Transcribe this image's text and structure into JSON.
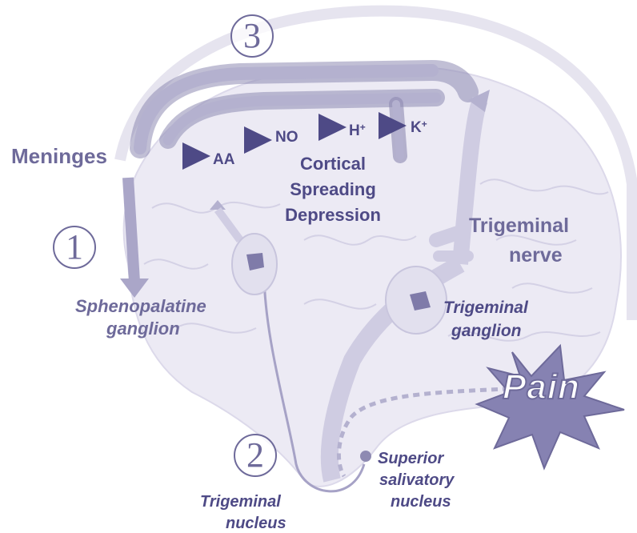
{
  "steps": {
    "one": "1",
    "two": "2",
    "three": "3"
  },
  "labels": {
    "meninges": "Meninges",
    "sphenopalatine_line1": "Sphenopalatine",
    "sphenopalatine_line2": "ganglion",
    "cortical_line1": "Cortical",
    "cortical_line2": "Spreading",
    "cortical_line3": "Depression",
    "trigeminal_nerve_line1": "Trigeminal",
    "trigeminal_nerve_line2": "nerve",
    "trigeminal_ganglion_line1": "Trigeminal",
    "trigeminal_ganglion_line2": "ganglion",
    "pain": "Pain",
    "superior_line1": "Superior",
    "superior_line2": "salivatory",
    "superior_line3": "nucleus",
    "trigeminal_nucleus_line1": "Trigeminal",
    "trigeminal_nucleus_line2": "nucleus"
  },
  "mediators": {
    "aa": "AA",
    "no": "NO",
    "h_base": "H",
    "h_charge": "+",
    "k_base": "K",
    "k_charge": "+"
  },
  "colors": {
    "label": "#6e6a9a",
    "arrow_head": "#4e4a86",
    "brain_fill": "#eceaf4",
    "pathway": "#cfcce2"
  }
}
